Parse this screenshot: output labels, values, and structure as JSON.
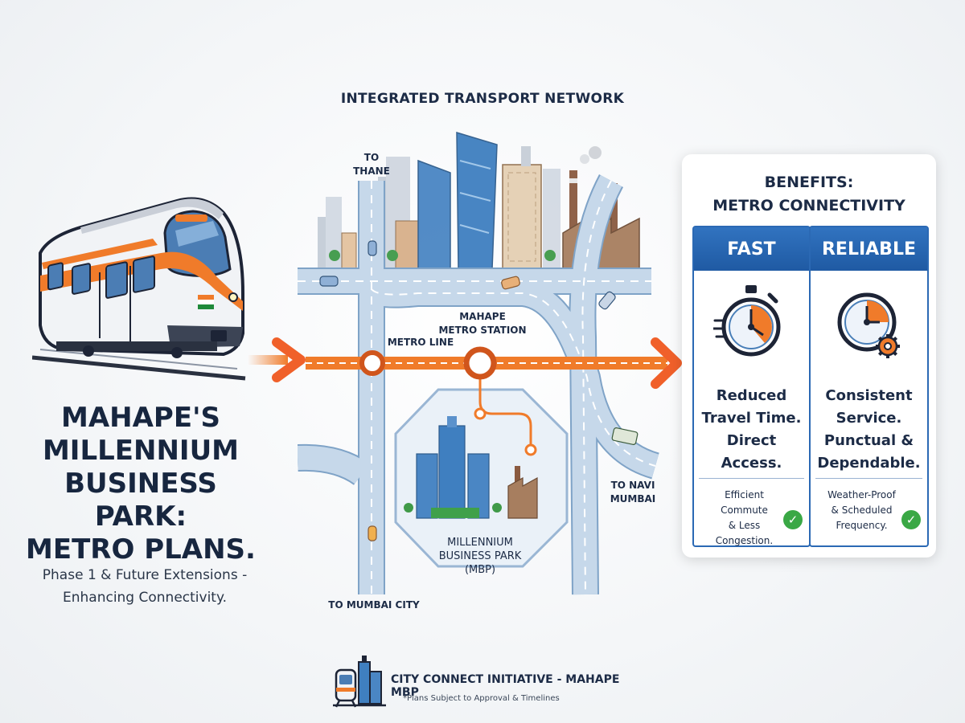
{
  "title_lines": [
    "MAHAPE'S",
    "MILLENNIUM",
    "BUSINESS PARK:",
    "METRO PLANS."
  ],
  "subtitle_lines": [
    "Phase 1 & Future Extensions -",
    "Enhancing Connectivity."
  ],
  "map": {
    "title": "INTEGRATED TRANSPORT NETWORK",
    "to_thane": [
      "TO",
      "THANE"
    ],
    "to_navi_mumbai": [
      "TO NAVI",
      "MUMBAI"
    ],
    "to_mumbai_city": "TO MUMBAI CITY",
    "metro_line": "METRO LINE",
    "station": [
      "MAHAPE",
      "METRO STATION"
    ],
    "mbp": [
      "MILLENNIUM",
      "BUSINESS PARK",
      "(MBP)"
    ]
  },
  "benefits": {
    "title_lines": [
      "BENEFITS:",
      "METRO CONNECTIVITY"
    ],
    "fast": {
      "heading": "FAST",
      "main_lines": [
        "Reduced",
        "Travel Time.",
        "Direct",
        "Access."
      ],
      "foot_lines": [
        "Efficient Commute",
        "& Less",
        "Congestion."
      ]
    },
    "reliable": {
      "heading": "RELIABLE",
      "main_lines": [
        "Consistent",
        "Service.",
        "Punctual &",
        "Dependable."
      ],
      "foot_lines": [
        "Weather-Proof",
        "& Scheduled",
        "Frequency."
      ]
    }
  },
  "footer": {
    "title": "CITY CONNECT INITIATIVE - MAHAPE MBP",
    "note": "*Plans Subject to Approval & Timelines"
  },
  "colors": {
    "metro_orange": "#f07b2a",
    "road_blue": "#c6d8ea",
    "header_blue": "#2b69b4",
    "check_green": "#3aa845"
  }
}
